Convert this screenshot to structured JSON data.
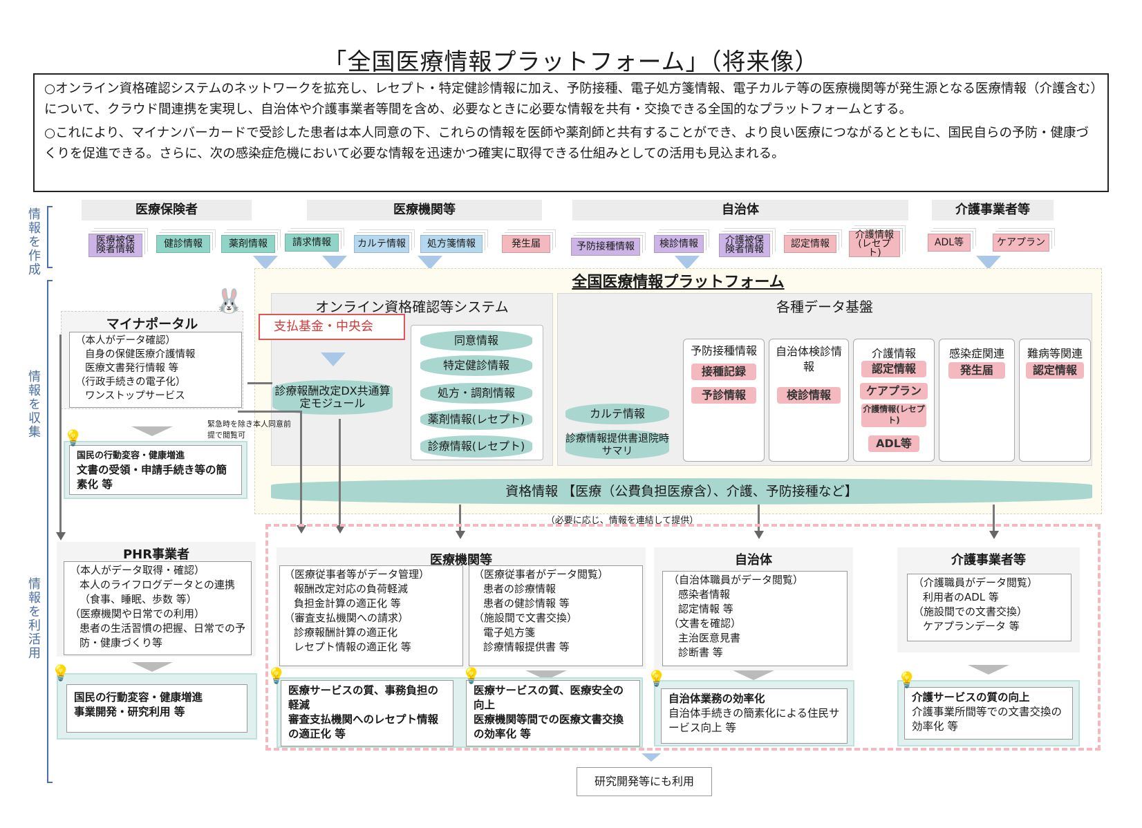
{
  "title": "「全国医療情報プラットフォーム」（将来像）",
  "intro": [
    "○オンライン資格確認システムのネットワークを拡充し、レセプト・特定健診情報に加え、予防接種、電子処方箋情報、電子カルテ等の医療機関等が発生源となる医療情報（介護含む）について、クラウド間連携を実現し、自治体や介護事業者等間を含め、必要なときに必要な情報を共有・交換できる全国的なプラットフォームとする。",
    "○これにより、マイナンバーカードで受診した患者は本人同意の下、これらの情報を医師や薬剤師と共有することができ、より良い医療につながるとともに、国民自らの予防・健康づくりを促進できる。さらに、次の感染症危機において必要な情報を迅速かつ確実に取得できる仕組みとしての活用も見込まれる。"
  ],
  "sidebar": {
    "create": "情報を作成",
    "collect": "情報を収集",
    "use": "情報を利活用"
  },
  "sources": {
    "insurer": "医療保険者",
    "medical": "医療機関等",
    "municipality": "自治体",
    "care": "介護事業者等"
  },
  "cards": {
    "insurer_info": "医療被保険者情報",
    "checkup": "健診情報",
    "pharma": "薬剤情報",
    "claim": "請求情報",
    "karte": "カルテ情報",
    "rx": "処方箋情報",
    "outbreak": "発生届",
    "vaccine": "予防接種情報",
    "exam": "検診情報",
    "care_insured": "介護被保険者情報",
    "cert": "認定情報",
    "care_receipt": "介護情報(レセプト)",
    "adl": "ADL等",
    "careplan": "ケアプラン"
  },
  "platform": {
    "title": "全国医療情報プラットフォーム",
    "online": "オンライン資格確認等システム",
    "databases": "各種データ基盤",
    "fund": "支払基金・中央会",
    "dx": "診療報酬改定DX共通算定モジュール",
    "db_items": [
      "同意情報",
      "特定健診情報",
      "処方・調剤情報",
      "薬剤情報(レセプト)",
      "診療情報(レセプト)"
    ],
    "karte_db": "カルテ情報",
    "karte_sub": "診療情報提供書退院時サマリ",
    "cols": [
      {
        "head": "予防接種情報",
        "items": [
          "接種記録",
          "予診情報"
        ]
      },
      {
        "head": "自治体検診情報",
        "items": [
          "検診情報"
        ]
      },
      {
        "head": "介護情報",
        "items": [
          "認定情報",
          "ケアプラン",
          "介護情報(レセプト)",
          "ADL等"
        ]
      },
      {
        "head": "感染症関連",
        "items": [
          "発生届"
        ]
      },
      {
        "head": "難病等関連",
        "items": [
          "認定情報"
        ]
      }
    ],
    "qualification": "資格情報 【医療（公費負担医療含）、介護、予防接種など】",
    "note": "（必要に応じ、情報を連結して提供）"
  },
  "mynaportal": {
    "title": "マイナポータル",
    "l1": "（本人がデータ確認）",
    "l2": "自身の保健医療介護情報",
    "l3": "医療文書発行情報 等",
    "l4": "（行政手続きの電子化）",
    "l5": "ワンストップサービス",
    "emergency": "緊急時を除き本人同意前提で閲覧可",
    "b1": "国民の行動変容・健康増進",
    "b2": "文書の受領・申請手続き等の簡素化 等"
  },
  "phr": {
    "title": "PHR事業者",
    "l1": "（本人がデータ取得・確認）",
    "l2": "本人のライフログデータとの連携（食事、睡眠、歩数 等）",
    "l3": "（医療機関や日常での利用）",
    "l4": "患者の生活習慣の把握、日常での予防・健康づくり等",
    "b1": "国民の行動変容・健康増進",
    "b2": "事業開発・研究利用 等"
  },
  "med": {
    "title": "医療機関等",
    "a1": "（医療従事者等がデータ管理）",
    "a2": "報酬改定対応の負荷軽減",
    "a3": "負担金計算の適正化 等",
    "a4": "（審査支払機関への請求）",
    "a5": "診療報酬計算の適正化",
    "a6": "レセプト情報の適正化 等",
    "c1": "（医療従事者がデータ閲覧）",
    "c2": "患者の診療情報",
    "c3": "患者の健診情報 等",
    "c4": "（施設間で文書交換）",
    "c5": "電子処方箋",
    "c6": "診療情報提供書 等",
    "b1": "医療サービスの質、事務負担の軽減",
    "b2": "審査支払機関へのレセプト情報の適正化 等",
    "b3": "医療サービスの質、医療安全の向上",
    "b4": "医療機関等間での医療文書交換の効率化 等"
  },
  "muni": {
    "title": "自治体",
    "l1": "（自治体職員がデータ閲覧）",
    "l2": "感染者情報",
    "l3": "認定情報 等",
    "l4": "（文書を確認）",
    "l5": "主治医意見書",
    "l6": "診断書 等",
    "b1": "自治体業務の効率化",
    "b2": "自治体手続きの簡素化による住民サービス向上 等"
  },
  "care": {
    "title": "介護事業者等",
    "l1": "（介護職員がデータ閲覧）",
    "l2": "利用者のADL 等",
    "l3": "（施設間での文書交換）",
    "l4": "ケアプランデータ 等",
    "b1": "介護サービスの質の向上",
    "b2": "介護事業所間等での文書交換の効率化 等"
  },
  "research": "研究開発等にも利用"
}
